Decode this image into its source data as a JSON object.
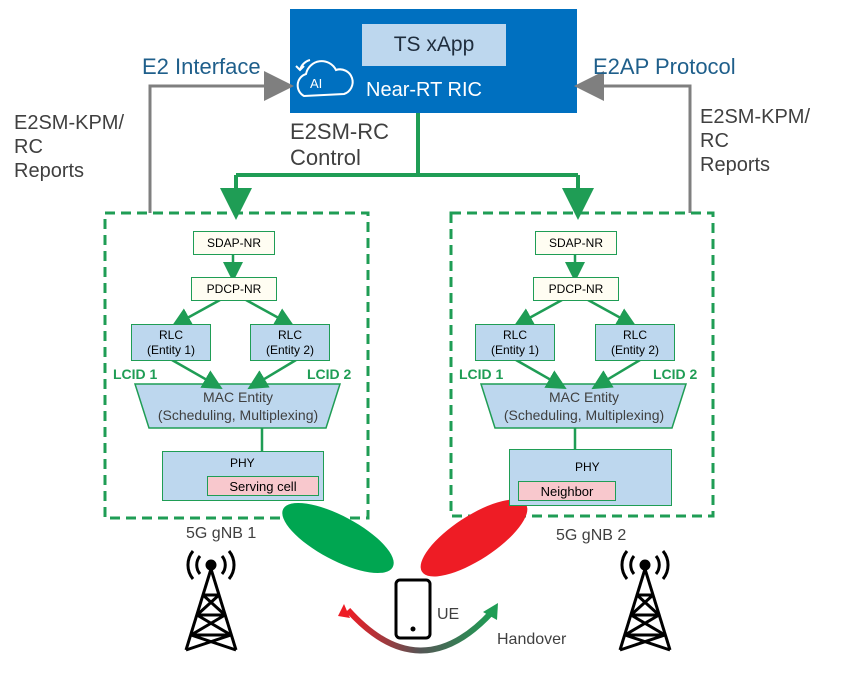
{
  "ric": {
    "title": "Near-RT RIC",
    "xapp_label": "TS xApp",
    "ai_icon_text": "AI",
    "color": "#0070c0"
  },
  "interfaces": {
    "left_title": "E2 Interface",
    "right_title": "E2AP Protocol",
    "left_reports": "E2SM-KPM/\nRC\nReports",
    "right_reports": "E2SM-KPM/\nRC\nReports",
    "control": "E2SM-RC\nControl"
  },
  "gnb1": {
    "name": "5G gNB 1",
    "sdap": "SDAP-NR",
    "pdcp": "PDCP-NR",
    "rlc1": {
      "name": "RLC",
      "entity": "(Entity 1)"
    },
    "rlc2": {
      "name": "RLC",
      "entity": "(Entity 2)"
    },
    "lcid1": "LCID 1",
    "lcid2": "LCID 2",
    "mac": {
      "name": "MAC Entity",
      "desc": "(Scheduling, Multiplexing)"
    },
    "phy": "PHY",
    "cell": "Serving cell",
    "beam_color": "#00a651"
  },
  "gnb2": {
    "name": "5G gNB 2",
    "sdap": "SDAP-NR",
    "pdcp": "PDCP-NR",
    "rlc1": {
      "name": "RLC",
      "entity": "(Entity 1)"
    },
    "rlc2": {
      "name": "RLC",
      "entity": "(Entity 2)"
    },
    "lcid1": "LCID 1",
    "lcid2": "LCID 2",
    "mac": {
      "name": "MAC Entity",
      "desc": "(Scheduling, Multiplexing)"
    },
    "phy": "PHY",
    "cell": "Neighbor",
    "beam_color": "#ee1c25"
  },
  "ue": {
    "label": "UE"
  },
  "handover": {
    "label": "Handover"
  },
  "colors": {
    "green": "#1f9d55",
    "gray_line": "#7f7f7f",
    "light_blue": "#bdd7ee"
  }
}
